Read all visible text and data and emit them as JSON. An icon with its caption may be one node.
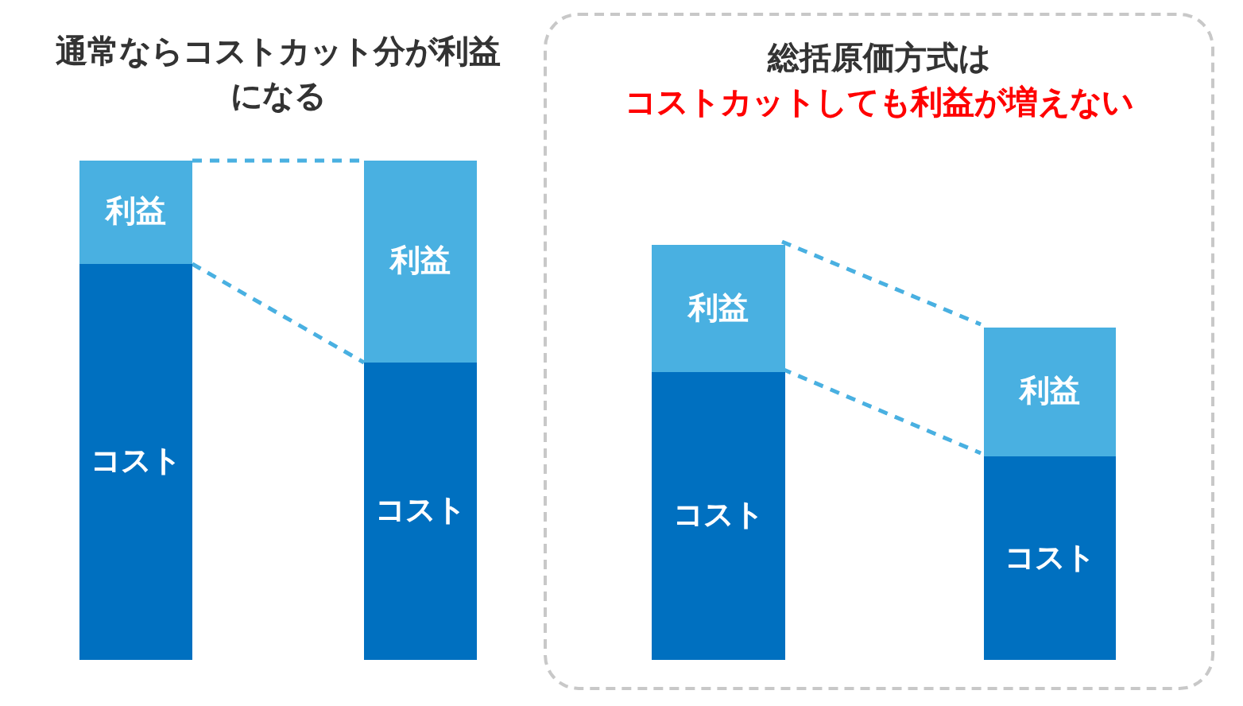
{
  "diagram": {
    "nodes": [
      {
        "text": [
          "利益"
        ]
      },
      {
        "text": [
          "コスト"
        ]
      },
      {
        "text": [
          "利益"
        ]
      },
      {
        "text": [
          "コスト"
        ]
      },
      {
        "text": [
          "総括原価方式は",
          "コストカットしても利益が増えない"
        ]
      },
      {
        "text": [
          "利益"
        ],
        "in": 4
      },
      {
        "text": [
          "コスト"
        ],
        "in": 4
      },
      {
        "text": [
          "利益"
        ],
        "in": 4
      },
      {
        "text": [
          "コスト"
        ],
        "in": 4
      }
    ],
    "edges": [
      {
        "from": 0,
        "to": 2,
        "arrow": "none",
        "style": "dashed"
      },
      {
        "from": 0,
        "to": 2,
        "arrow": "none",
        "style": "dashed"
      },
      {
        "from": 5,
        "to": 7,
        "arrow": "none",
        "style": "dashed"
      },
      {
        "from": 5,
        "to": 7,
        "arrow": "none",
        "style": "dashed"
      }
    ],
    "labels": [
      "通常ならコストカット分が利益になる"
    ]
  }
}
